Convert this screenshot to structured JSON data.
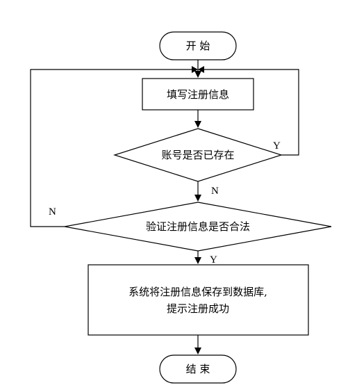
{
  "flowchart": {
    "start": "开 始",
    "fill_info": "填写注册信息",
    "account_exists": "账号是否已存在",
    "validate": "验证注册信息是否合法",
    "save_line1": "系统将注册信息保存到数据库,",
    "save_line2": "提示注册成功",
    "end": "结 束",
    "labels": {
      "exists_yes": "Y",
      "exists_no": "N",
      "validate_no": "N",
      "validate_yes": "Y"
    }
  }
}
